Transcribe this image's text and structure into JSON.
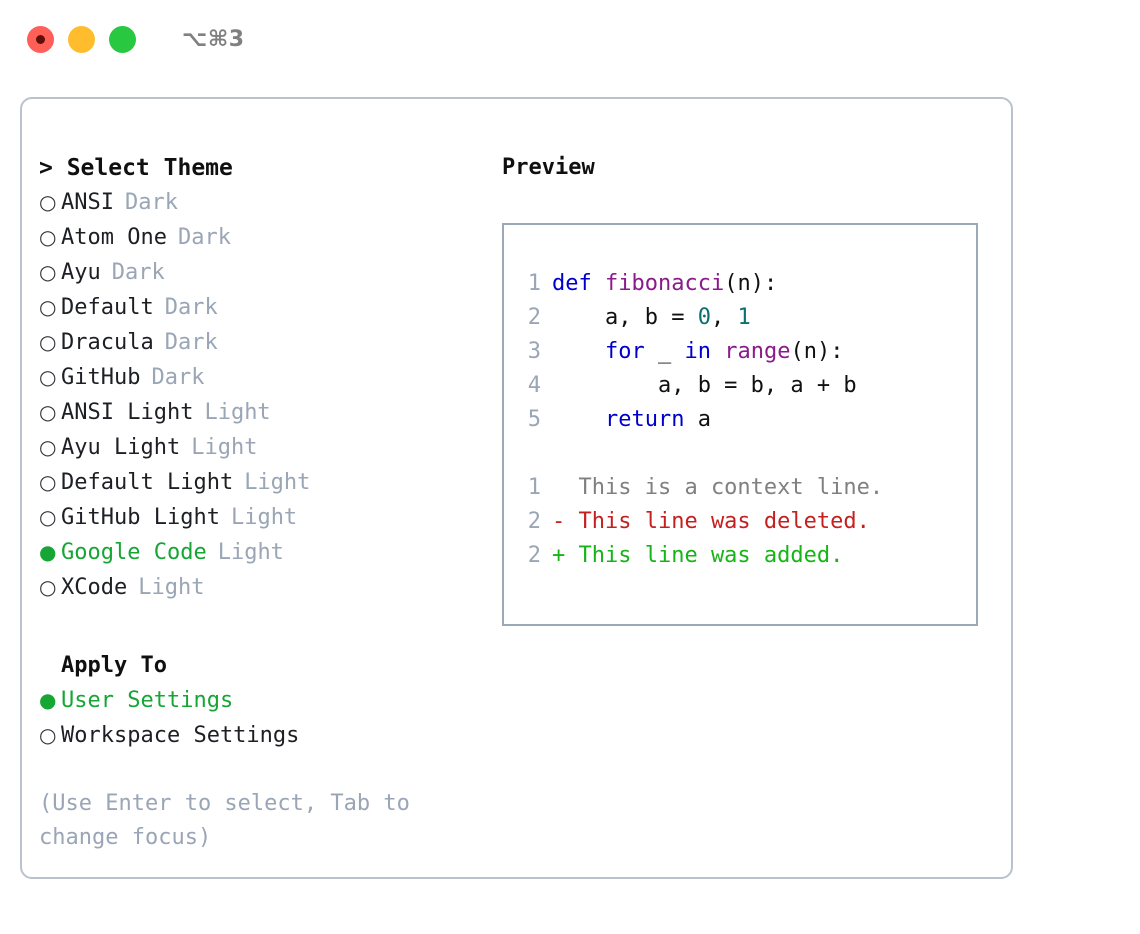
{
  "titlebar": {
    "shortcut": "⌥⌘3",
    "buttons": [
      {
        "name": "close",
        "color": "#ff5f57"
      },
      {
        "name": "minimize",
        "color": "#ffbd2e"
      },
      {
        "name": "maximize",
        "color": "#28c840"
      }
    ]
  },
  "theme_selector": {
    "heading": "> Select Theme",
    "selected_bullet": "●",
    "unselected_bullet": "○",
    "options": [
      {
        "label": "ANSI",
        "tag": "Dark",
        "selected": false
      },
      {
        "label": "Atom One",
        "tag": "Dark",
        "selected": false
      },
      {
        "label": "Ayu",
        "tag": "Dark",
        "selected": false
      },
      {
        "label": "Default",
        "tag": "Dark",
        "selected": false
      },
      {
        "label": "Dracula",
        "tag": "Dark",
        "selected": false
      },
      {
        "label": "GitHub",
        "tag": "Dark",
        "selected": false
      },
      {
        "label": "ANSI Light",
        "tag": "Light",
        "selected": false
      },
      {
        "label": "Ayu Light",
        "tag": "Light",
        "selected": false
      },
      {
        "label": "Default Light",
        "tag": "Light",
        "selected": false
      },
      {
        "label": "GitHub Light",
        "tag": "Light",
        "selected": false
      },
      {
        "label": "Google Code",
        "tag": "Light",
        "selected": true
      },
      {
        "label": "XCode",
        "tag": "Light",
        "selected": false
      }
    ]
  },
  "apply_to": {
    "heading": "Apply To",
    "options": [
      {
        "label": "User Settings",
        "selected": true
      },
      {
        "label": "Workspace Settings",
        "selected": false
      }
    ]
  },
  "hint": "(Use Enter to select, Tab to change focus)",
  "preview": {
    "heading": "Preview",
    "code_lines": [
      {
        "no": "1",
        "tokens": [
          {
            "t": "def ",
            "c": "tok-kw"
          },
          {
            "t": "fibonacci",
            "c": "tok-fn"
          },
          {
            "t": "(n):",
            "c": "tok-punc"
          }
        ]
      },
      {
        "no": "2",
        "tokens": [
          {
            "t": "    a, b = ",
            "c": "tok-var"
          },
          {
            "t": "0",
            "c": "tok-num"
          },
          {
            "t": ", ",
            "c": "tok-punc"
          },
          {
            "t": "1",
            "c": "tok-num"
          }
        ]
      },
      {
        "no": "3",
        "tokens": [
          {
            "t": "    ",
            "c": "tok-punc"
          },
          {
            "t": "for",
            "c": "tok-kw"
          },
          {
            "t": " _ ",
            "c": "tok-var"
          },
          {
            "t": "in",
            "c": "tok-kw"
          },
          {
            "t": " ",
            "c": "tok-punc"
          },
          {
            "t": "range",
            "c": "tok-fn"
          },
          {
            "t": "(n):",
            "c": "tok-punc"
          }
        ]
      },
      {
        "no": "4",
        "tokens": [
          {
            "t": "        a, b = b, a + b",
            "c": "tok-var"
          }
        ]
      },
      {
        "no": "5",
        "tokens": [
          {
            "t": "    ",
            "c": "tok-punc"
          },
          {
            "t": "return",
            "c": "tok-kw"
          },
          {
            "t": " a",
            "c": "tok-var"
          }
        ]
      }
    ],
    "diff_lines": [
      {
        "no": "1",
        "text": "  This is a context line.",
        "kind": "diff-ctx"
      },
      {
        "no": "2",
        "text": "- This line was deleted.",
        "kind": "diff-del"
      },
      {
        "no": "2",
        "text": "+ This line was added.",
        "kind": "diff-add"
      }
    ]
  }
}
